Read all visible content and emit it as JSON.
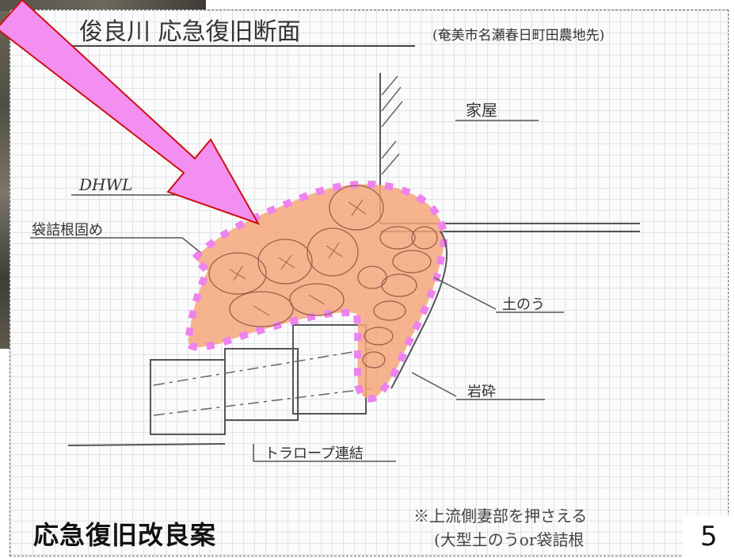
{
  "drawing": {
    "title": "俊良川 応急復旧断面",
    "location": "(奄美市名瀬春日町田農地先)",
    "labels": {
      "house": "家屋",
      "dhwl": "DHWL",
      "bag_foot": "袋詰根固め",
      "sandbag": "土のう",
      "rock": "岩砕",
      "tension_rope": "トラロープ連結"
    },
    "note_line1": "※上流側妻部を押さえる",
    "note_line2": "(大型土のうor袋詰根"
  },
  "caption": "応急復旧改良案",
  "page_number": "5",
  "colors": {
    "highlight_fill": "#f4a77a",
    "highlight_dots": "#ee82ee",
    "arrow_fill": "#f38ff0",
    "arrow_edge": "#cc1111",
    "pencil": "#444444"
  }
}
